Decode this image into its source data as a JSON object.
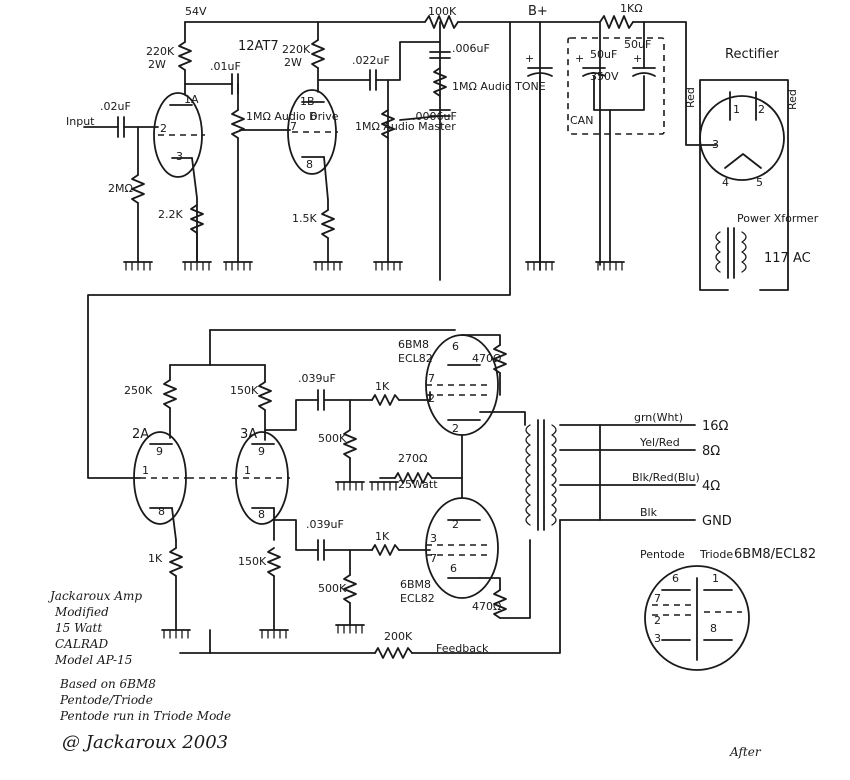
{
  "top": {
    "supply_54v": "54V",
    "r_100k": "100K",
    "b_plus": "B+",
    "r_1k_ohm": "1KΩ",
    "r_220k_a": "220K",
    "watt_a": "2W",
    "r_220k_b": "220K",
    "watt_b": "2W",
    "tube_12at7": "12AT7",
    "cap_01uf": ".01uF",
    "cap_022uf": ".022uF",
    "cap_006uf": ".006uF",
    "tone_pot": "1MΩ Audio TONE",
    "cap_0006uf": ".0006uF",
    "input": "Input",
    "cap_02uf": ".02uF",
    "r_2m": "2MΩ",
    "r_22k": "2.2K",
    "r_15k": "1.5K",
    "drive_pot": "1MΩ Audio Drive",
    "master_pot": "1MΩ Audio Master",
    "pin_1a": "1A",
    "pin_2": "2",
    "pin_3": "3",
    "pin_1b": "1B",
    "pin_6": "6",
    "pin_7": "7",
    "pin_8": "8",
    "can_50uf_a": "50uF",
    "can_50uf_b": "50uF",
    "can_350v": "350V",
    "can_label": "CAN",
    "cap_plus": "+",
    "rectifier": "Rectifier",
    "red_a": "Red",
    "red_b": "Red",
    "rect_pins": [
      "1",
      "2",
      "3",
      "4",
      "5"
    ],
    "power_xformer": "Power Xformer",
    "mains": "117 AC"
  },
  "power_stage": {
    "tube_type": "6BM8",
    "tube_alt": "ECL82",
    "tube_type_b": "6BM8",
    "tube_alt_b": "ECL82",
    "r_250k": "250K",
    "r_150k_a": "150K",
    "r_150k_b": "150K",
    "pin_2a": "2A",
    "pin_3a": "3A",
    "cap_039_a": ".039uF",
    "cap_039_b": ".039uF",
    "r_1k_a": "1K",
    "r_1k_b": "1K",
    "r_1k_c": "1K",
    "r_500k_a": "500K",
    "r_500k_b": "500K",
    "r_270": "270Ω",
    "watt_25": "25Watt",
    "r_470_a": "470Ω",
    "r_470_b": "470Ω",
    "r_200k": "200K",
    "feedback": "Feedback",
    "pins": [
      "9",
      "1",
      "8",
      "9",
      "1",
      "8",
      "6",
      "7",
      "2",
      "2",
      "3",
      "6",
      "7"
    ]
  },
  "output_taps": [
    {
      "wire": "grn(Wht)",
      "value": "16Ω"
    },
    {
      "wire": "Yel/Red",
      "value": "8Ω"
    },
    {
      "wire": "Blk/Red(Blu)",
      "value": "4Ω"
    },
    {
      "wire": "Blk",
      "value": "GND"
    }
  ],
  "pinout": {
    "pentode": "Pentode",
    "triode": "Triode",
    "title": "6BM8/ECL82",
    "pins": [
      "6",
      "1",
      "7",
      "2",
      "3",
      "8"
    ]
  },
  "notes": {
    "line1": "Jackaroux Amp",
    "line2": "Modified",
    "line3": "15 Watt",
    "line4": "CALRAD",
    "line5": "Model AP-15",
    "line6": "Based on 6BM8",
    "line7": "Pentode/Triode",
    "line8": "Pentode run in Triode Mode",
    "signature": "@ Jackaroux 2003",
    "after": "After"
  }
}
